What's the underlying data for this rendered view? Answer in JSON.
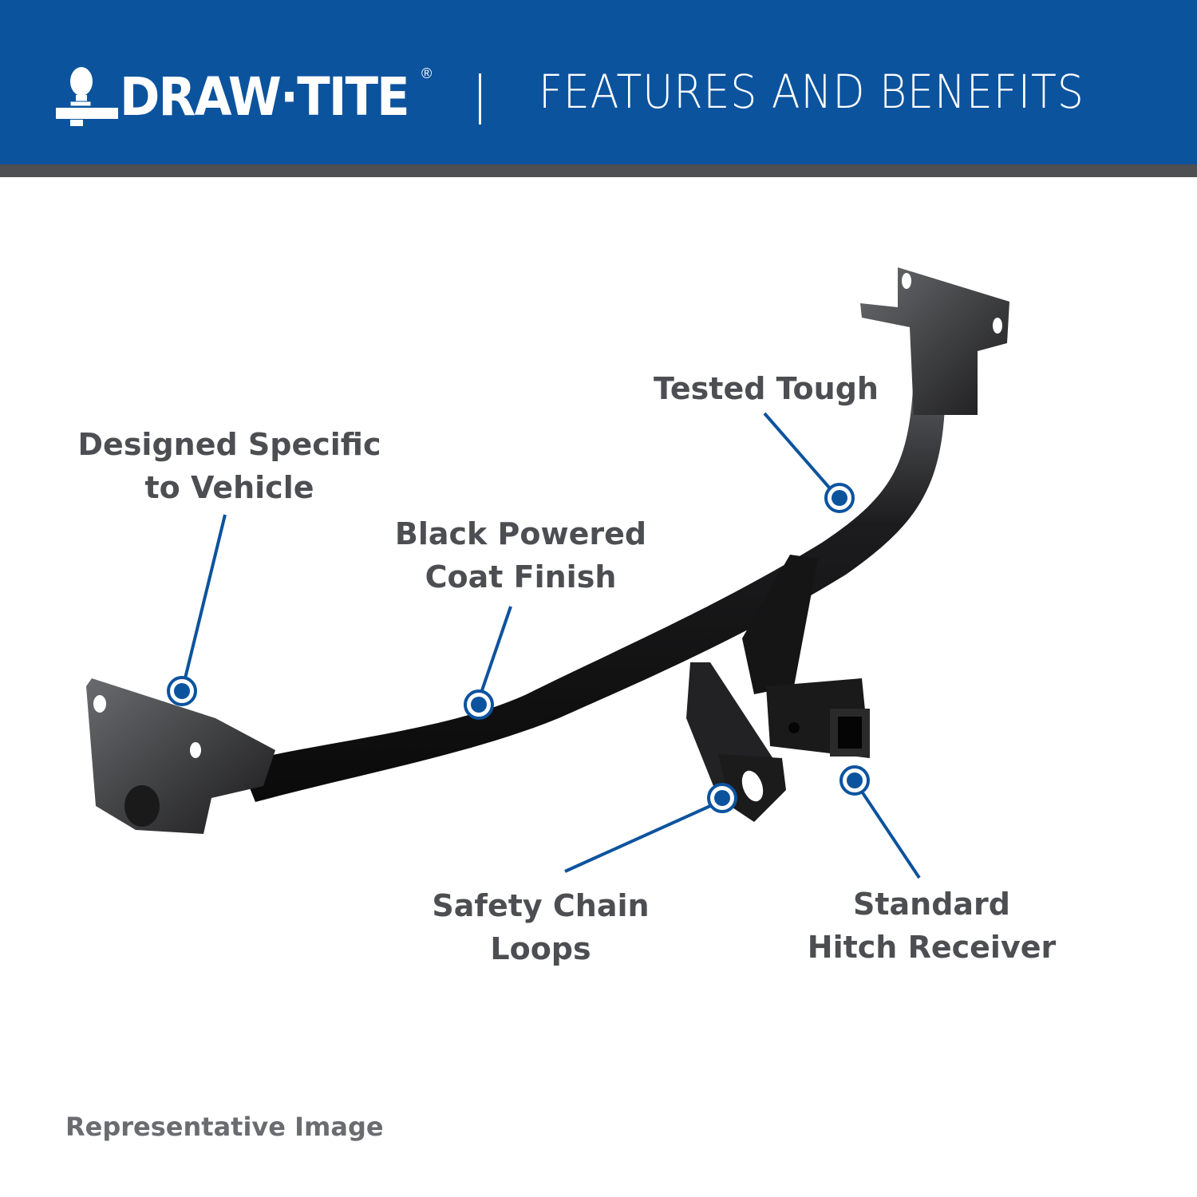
{
  "header": {
    "brand": "DRAW·TITE",
    "registered_mark": "®",
    "title": "FEATURES AND BENEFITS",
    "colors": {
      "background": "#0c539e",
      "bar": "#4d4f53",
      "text": "#ffffff"
    }
  },
  "product": {
    "name": "Trailer hitch (black)",
    "callout_color": "#0c539e"
  },
  "callouts": [
    {
      "id": "designed-specific",
      "line1": "Designed Specific",
      "line2": "to Vehicle"
    },
    {
      "id": "black-powder-coat",
      "line1": "Black Powered",
      "line2": "Coat Finish"
    },
    {
      "id": "tested-tough",
      "line1": "Tested Tough",
      "line2": ""
    },
    {
      "id": "safety-chain-loops",
      "line1": "Safety Chain",
      "line2": "Loops"
    },
    {
      "id": "standard-receiver",
      "line1": "Standard",
      "line2": "Hitch Receiver"
    }
  ],
  "footer": {
    "note": "Representative Image"
  }
}
